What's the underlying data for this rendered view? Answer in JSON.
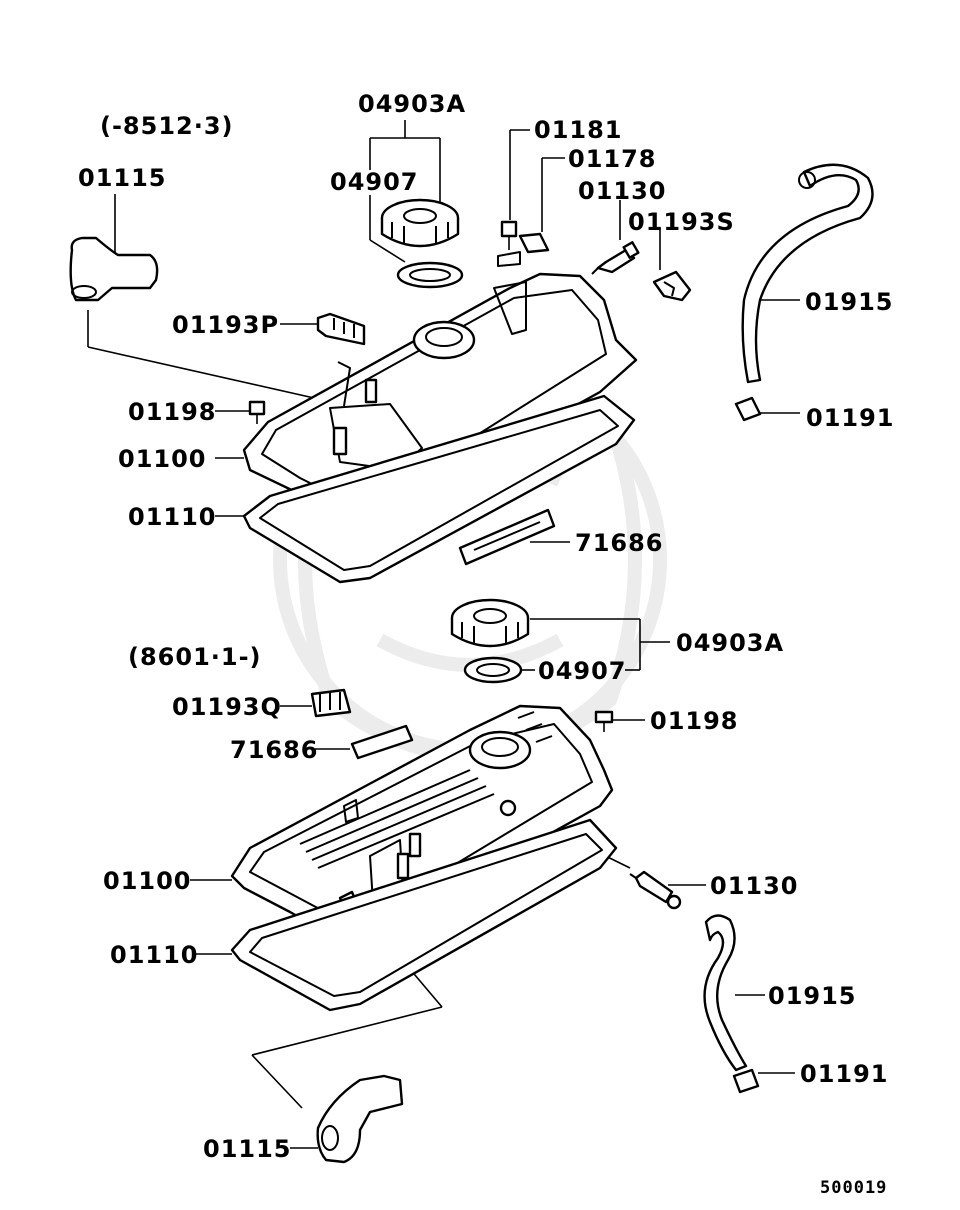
{
  "diagram": {
    "diagram_code": "500019",
    "variant_early": "(-8512·3)",
    "variant_late": "(8601·1-)",
    "labels": {
      "l_04903A_top": "04903A",
      "l_04907_top": "04907",
      "l_01181": "01181",
      "l_01178": "01178",
      "l_01130_top": "01130",
      "l_01193S": "01193S",
      "l_01115_top": "01115",
      "l_01915_top": "01915",
      "l_01193P": "01193P",
      "l_01198_top": "01198",
      "l_01191_top": "01191",
      "l_01100_top": "01100",
      "l_01110_top": "01110",
      "l_71686_top": "71686",
      "l_04903A_bot": "04903A",
      "l_04907_bot": "04907",
      "l_01193Q": "01193Q",
      "l_01198_bot": "01198",
      "l_71686_bot": "71686",
      "l_01100_bot": "01100",
      "l_01130_bot": "01130",
      "l_01110_bot": "01110",
      "l_01915_bot": "01915",
      "l_01191_bot": "01191",
      "l_01115_bot": "01115"
    }
  }
}
